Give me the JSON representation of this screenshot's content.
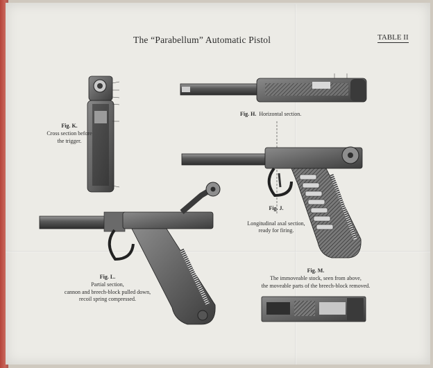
{
  "document": {
    "title": "The “Parabellum” Automatic Pistol",
    "table_label": "TABLE II"
  },
  "figures": {
    "k": {
      "label": "Fig. K.",
      "caption_1": "Cross section before",
      "caption_2": "the trigger."
    },
    "h": {
      "label": "Fig. H.",
      "caption": "Horizontal section."
    },
    "j": {
      "label": "Fig. J.",
      "caption_1": "Longitudinal axal section,",
      "caption_2": "ready for firing."
    },
    "l": {
      "label": "Fig. L.",
      "caption_1": "Partial section,",
      "caption_2": "cannon and breech-block pulled down,",
      "caption_3": "recoil spring compressed."
    },
    "m": {
      "label": "Fig. M.",
      "caption_1": "The immoveable stock, seen from above,",
      "caption_2": "the moveable parts of the breech-block removed."
    }
  },
  "colors": {
    "paper": "#ecebe6",
    "ink": "#2b2b2b",
    "metal_dark": "#3a3a3a",
    "metal_mid": "#6d6d6d",
    "spine": "#b5443a"
  }
}
